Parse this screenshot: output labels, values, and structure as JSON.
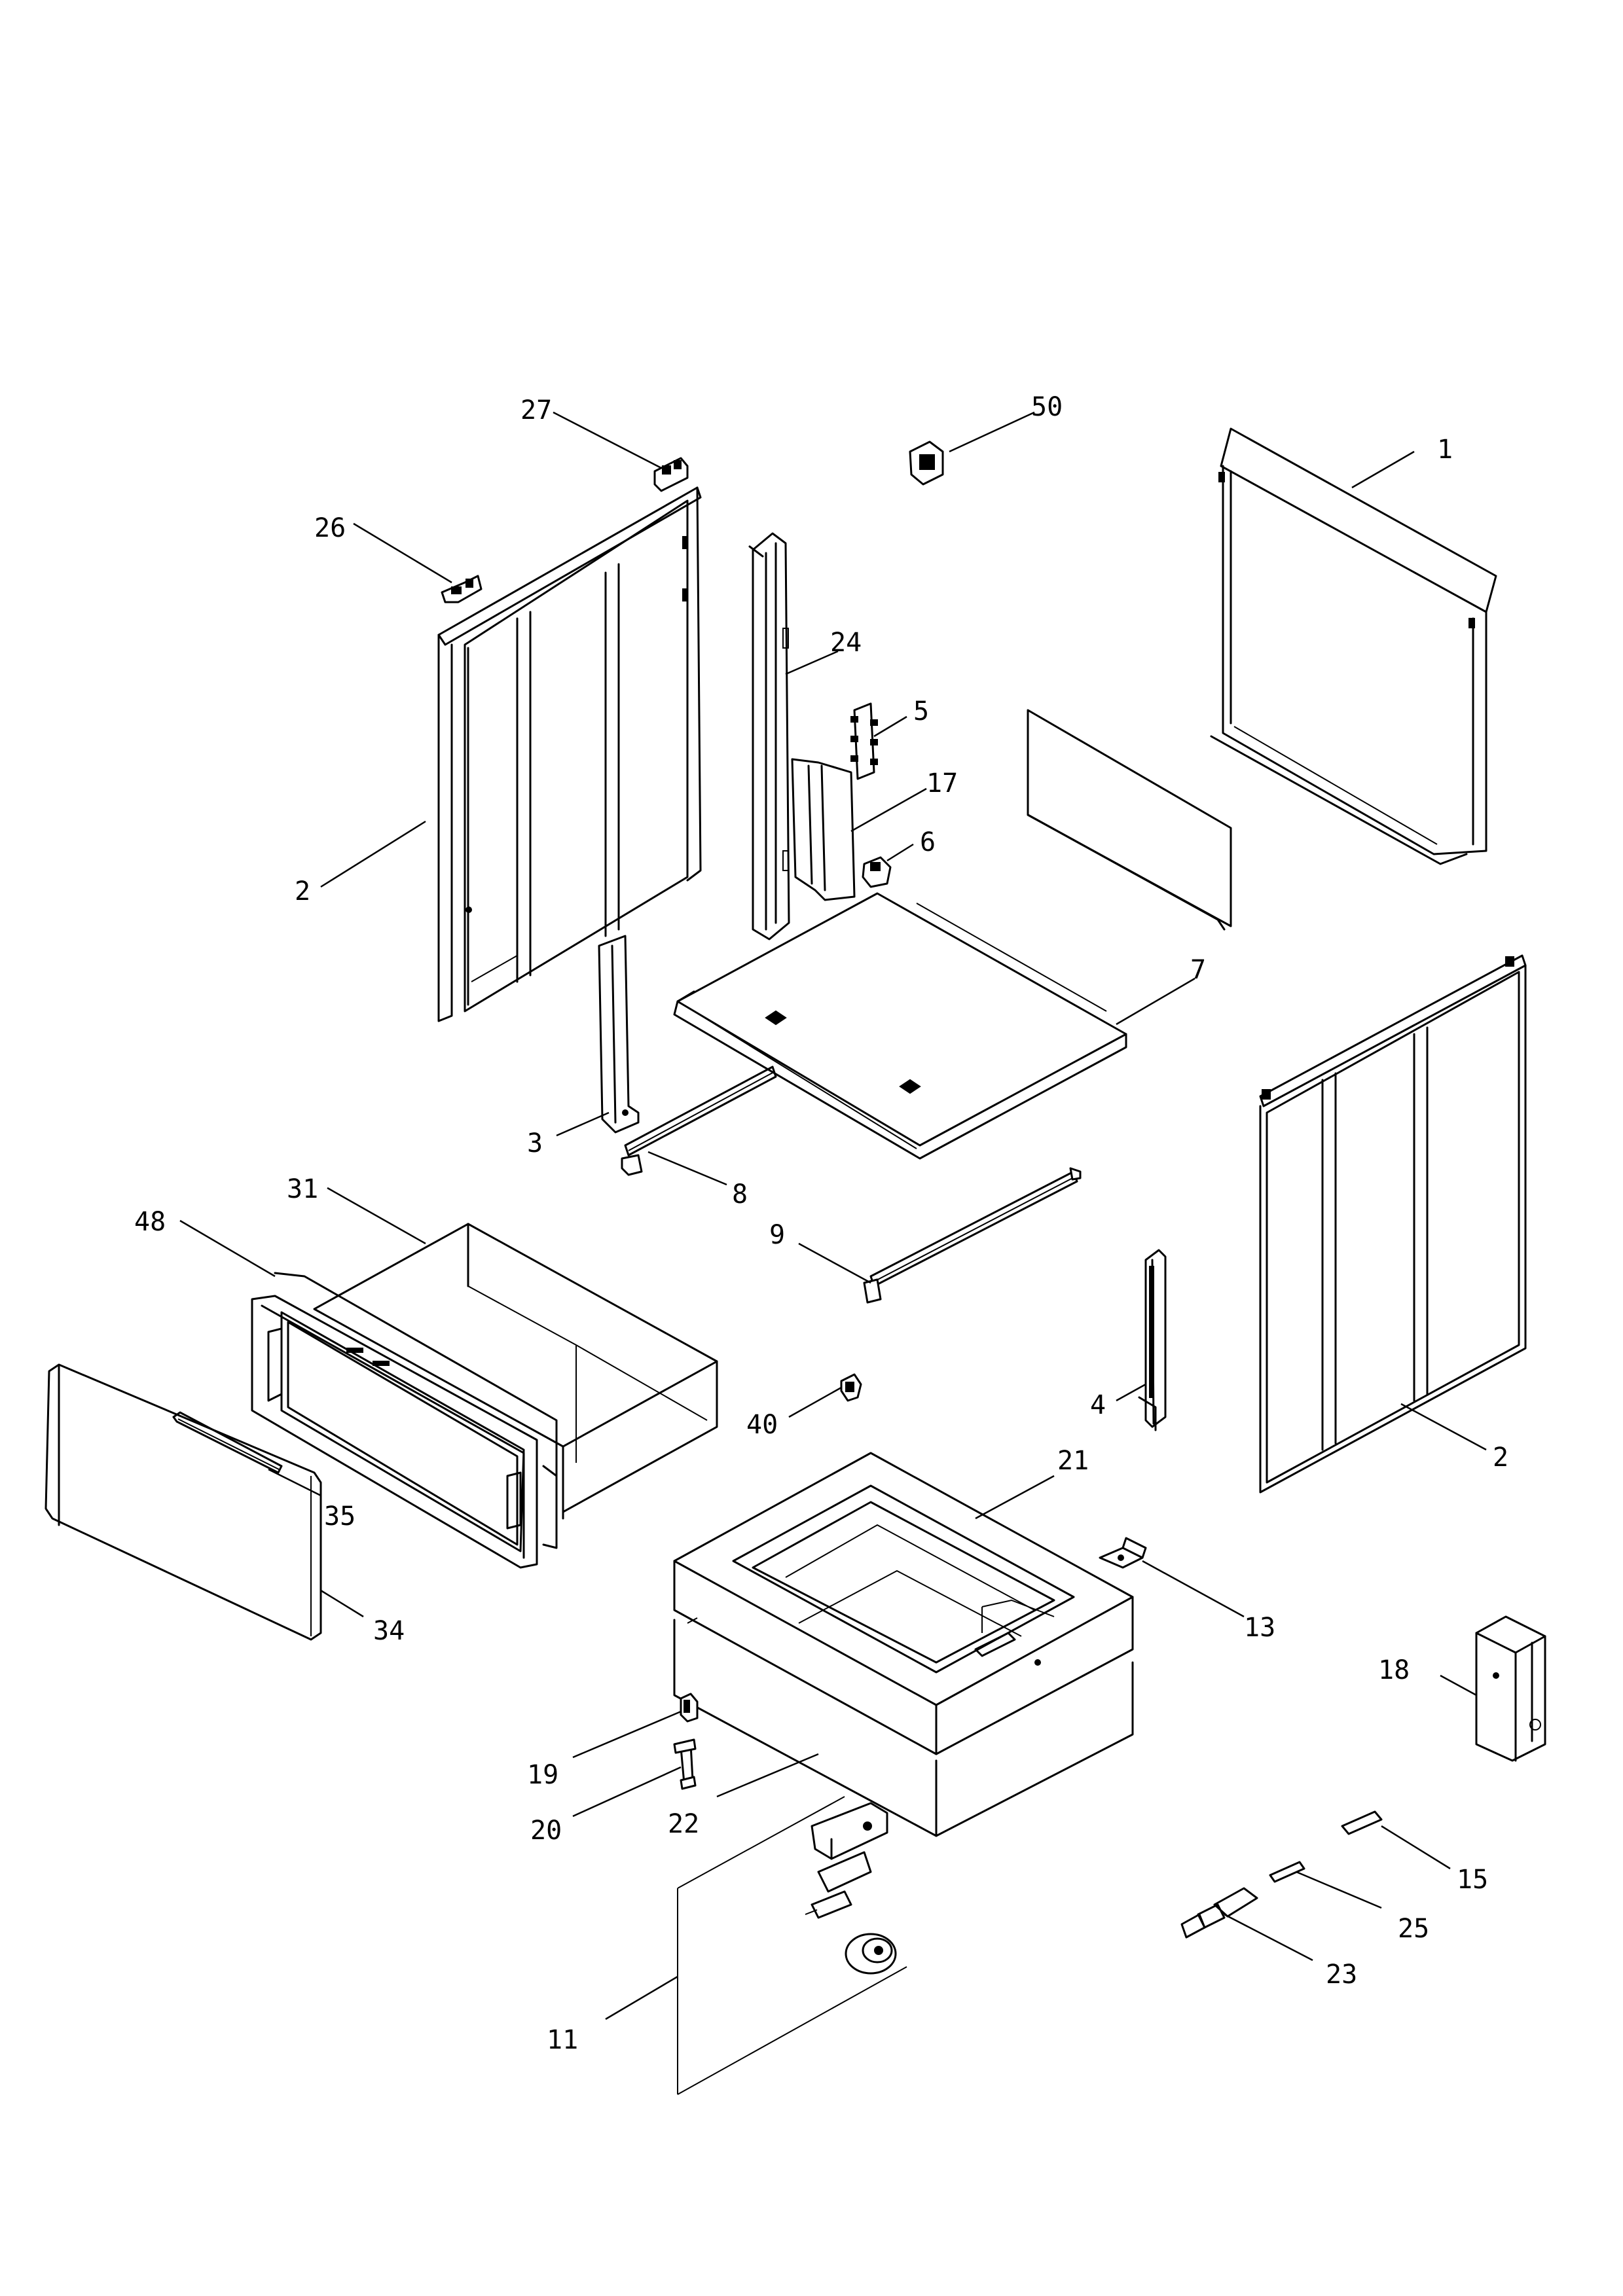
{
  "callouts": {
    "c1": "1",
    "c2a": "2",
    "c2b": "2",
    "c3": "3",
    "c4": "4",
    "c5": "5",
    "c6": "6",
    "c7": "7",
    "c8": "8",
    "c9": "9",
    "c11": "11",
    "c13": "13",
    "c15": "15",
    "c17": "17",
    "c18": "18",
    "c19": "19",
    "c20": "20",
    "c21": "21",
    "c22": "22",
    "c23": "23",
    "c24": "24",
    "c25": "25",
    "c26": "26",
    "c27": "27",
    "c31": "31",
    "c34": "34",
    "c35": "35",
    "c40": "40",
    "c48": "48",
    "c50": "50"
  }
}
